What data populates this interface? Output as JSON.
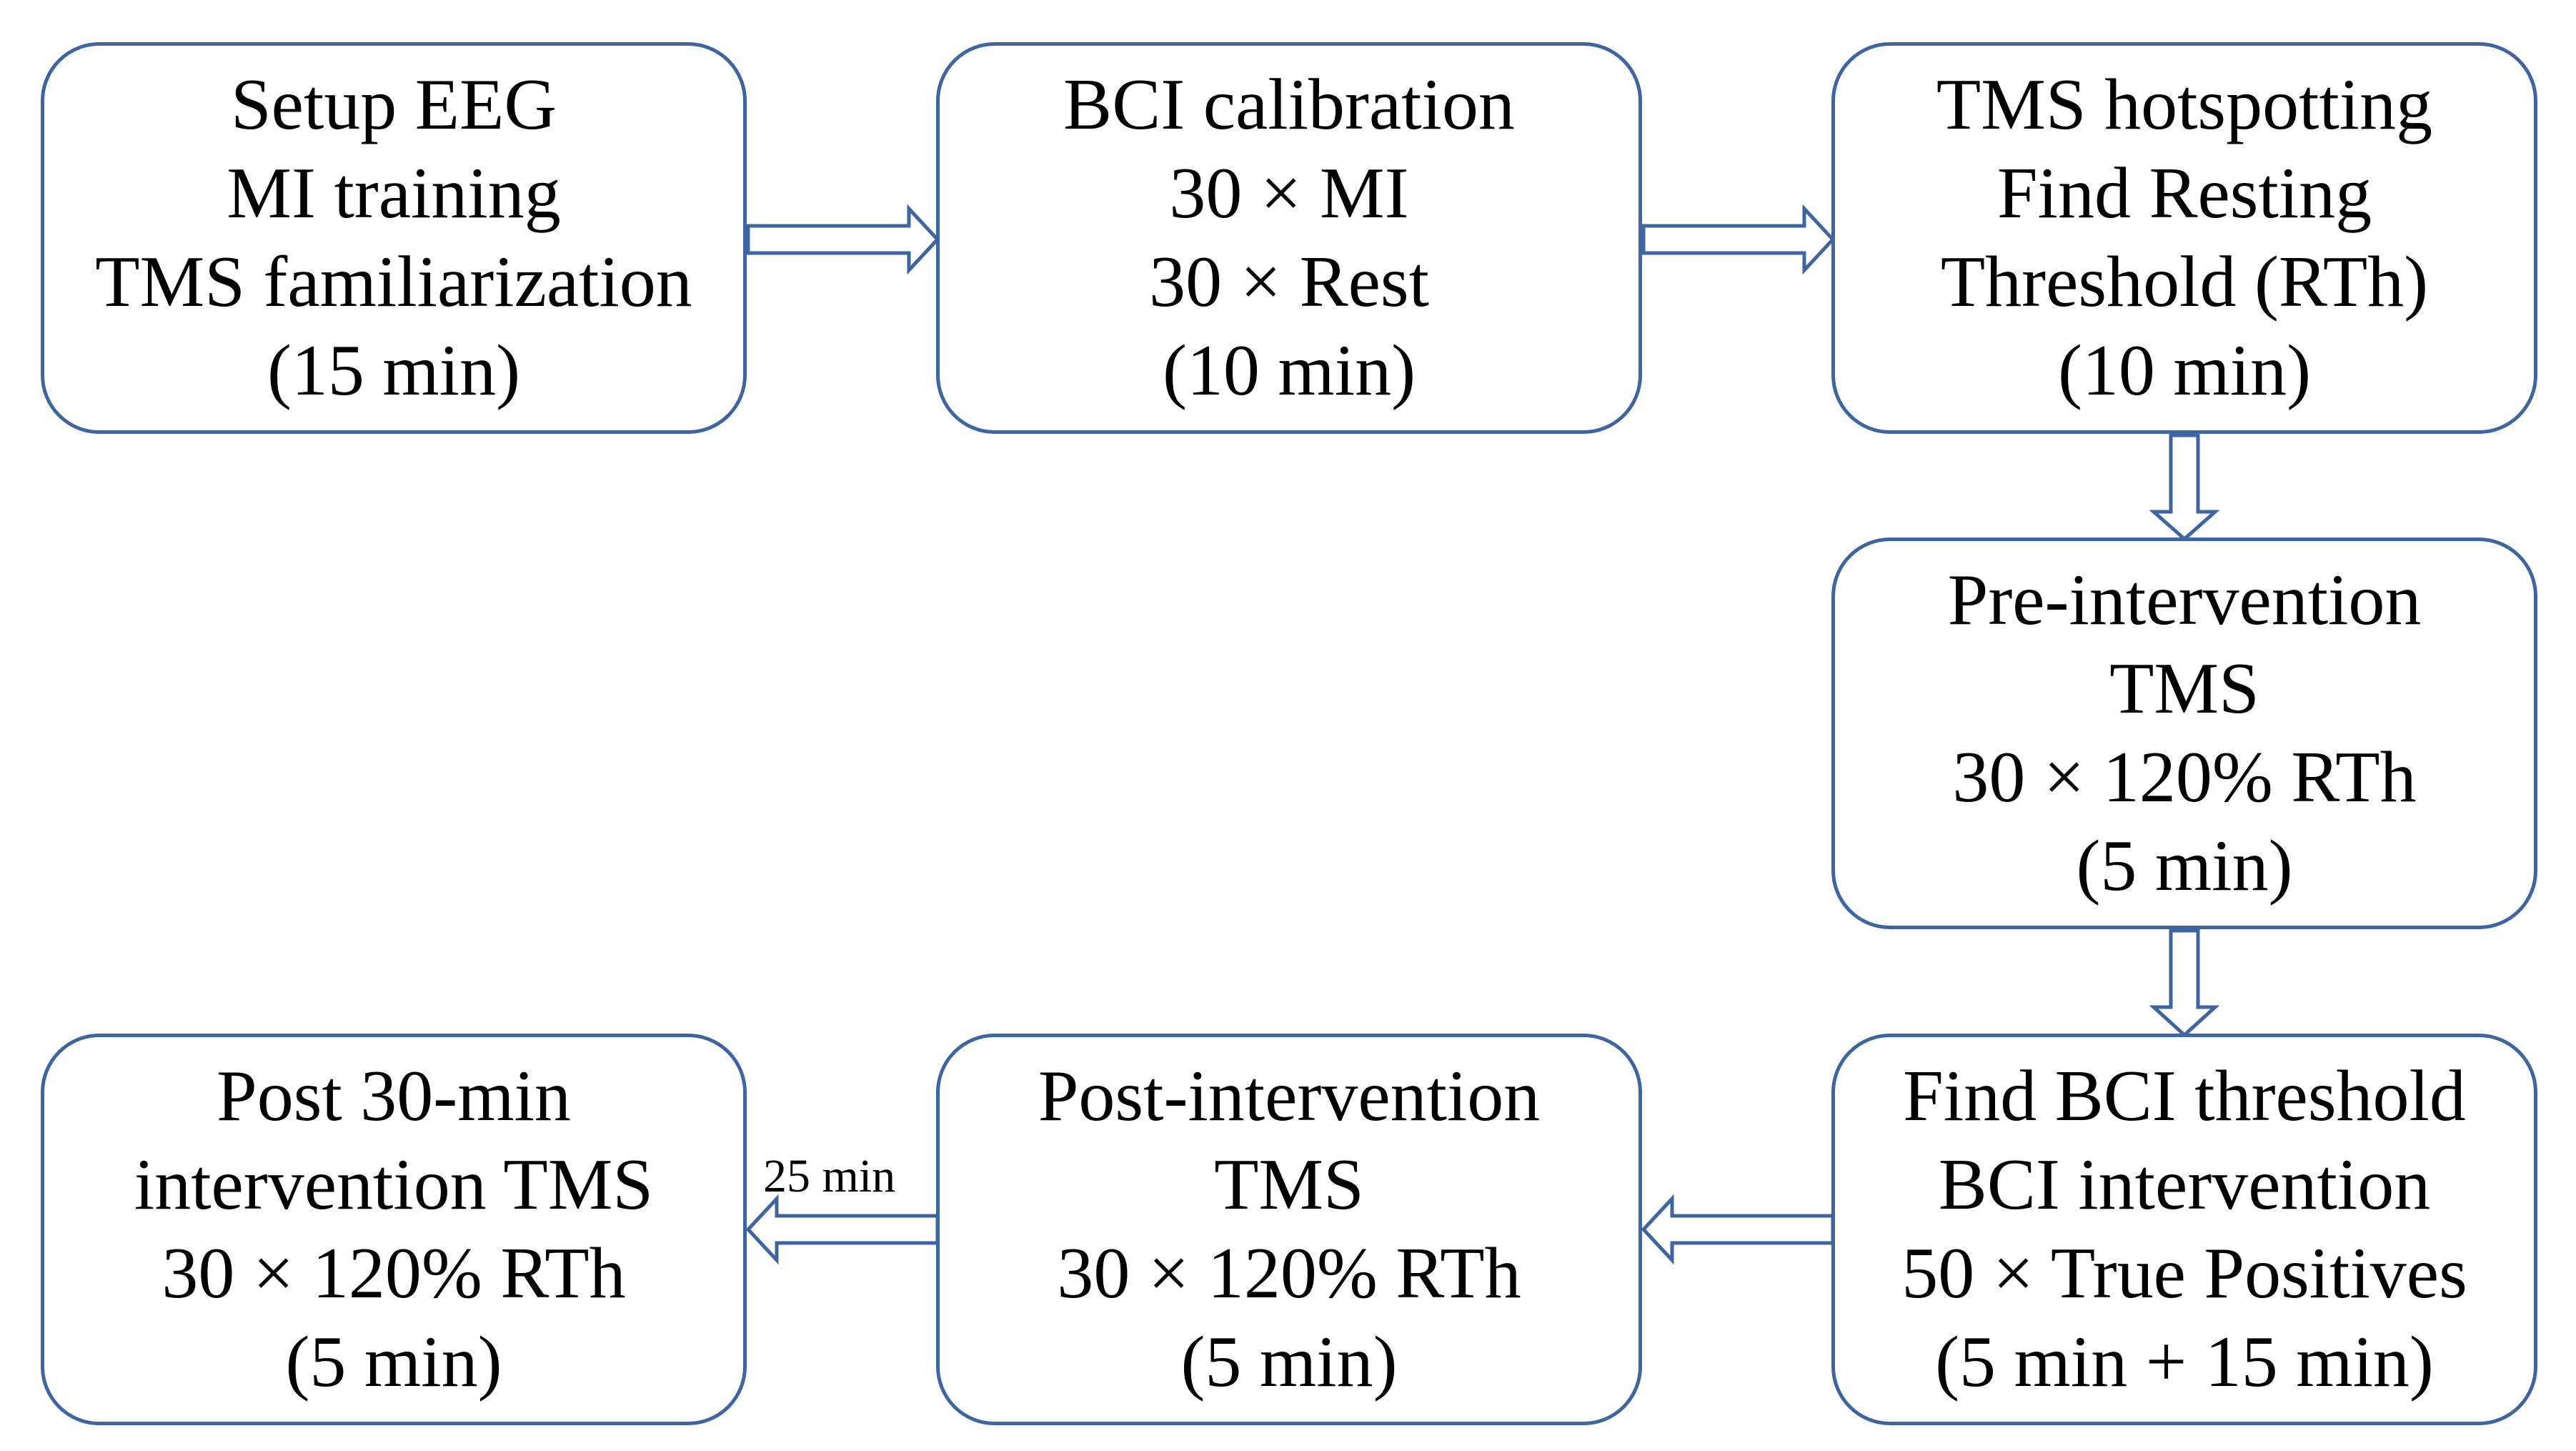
{
  "diagram": {
    "stroke_color": "#3e65a0",
    "boxes": [
      {
        "id": "setup",
        "lines": [
          "Setup EEG",
          "MI training",
          "TMS familiarization",
          "(15 min)"
        ]
      },
      {
        "id": "bci-calibration",
        "lines": [
          "BCI calibration",
          "30 × MI",
          "30 × Rest",
          "(10 min)"
        ]
      },
      {
        "id": "tms-hotspotting",
        "lines": [
          "TMS hotspotting",
          "Find Resting",
          "Threshold (RTh)",
          "(10 min)"
        ]
      },
      {
        "id": "pre-intervention",
        "lines": [
          "Pre-intervention",
          "TMS",
          "30 × 120% RTh",
          "(5 min)"
        ]
      },
      {
        "id": "bci-intervention",
        "lines": [
          "Find BCI threshold",
          "BCI intervention",
          "50 × True Positives",
          "(5 min + 15 min)"
        ]
      },
      {
        "id": "post-intervention",
        "lines": [
          "Post-intervention",
          "TMS",
          "30 × 120% RTh",
          "(5 min)"
        ]
      },
      {
        "id": "post-30-min",
        "lines": [
          "Post 30-min",
          "intervention TMS",
          "30 × 120% RTh",
          "(5 min)"
        ]
      }
    ],
    "arrows": [
      {
        "from": "setup",
        "to": "bci-calibration",
        "label": ""
      },
      {
        "from": "bci-calibration",
        "to": "tms-hotspotting",
        "label": ""
      },
      {
        "from": "tms-hotspotting",
        "to": "pre-intervention",
        "label": ""
      },
      {
        "from": "pre-intervention",
        "to": "bci-intervention",
        "label": ""
      },
      {
        "from": "bci-intervention",
        "to": "post-intervention",
        "label": ""
      },
      {
        "from": "post-intervention",
        "to": "post-30-min",
        "label": "25 min"
      }
    ]
  }
}
